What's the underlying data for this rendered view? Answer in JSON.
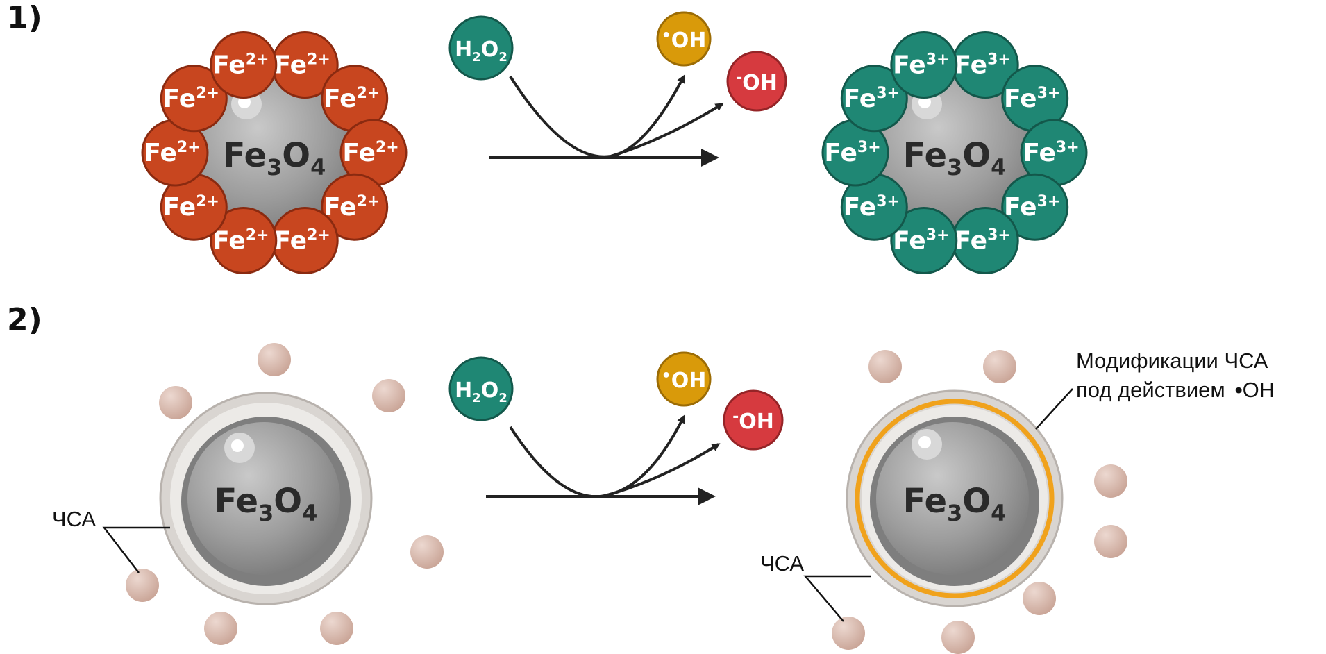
{
  "panels": {
    "one": {
      "label": "1)"
    },
    "two": {
      "label": "2)"
    }
  },
  "core": {
    "base": "Fe",
    "sub1": "3",
    "mid": "O",
    "sub2": "4"
  },
  "ions": {
    "fe2": {
      "base": "Fe",
      "charge": "2+",
      "color": "#c8461f",
      "stroke": "#8a2a10"
    },
    "fe3": {
      "base": "Fe",
      "charge": "3+",
      "color": "#1f8774",
      "stroke": "#13584b"
    }
  },
  "molecules": {
    "h2o2": {
      "h": "H",
      "two_a": "2",
      "o": "O",
      "two_b": "2",
      "color": "#1f8774"
    },
    "hydroxyl_radical": {
      "dot": "•",
      "text": "OH",
      "color": "#d99a0a"
    },
    "hydroxide": {
      "minus": "-",
      "text": "OH",
      "color": "#d63a3f"
    }
  },
  "annotations": {
    "hsa_left": "ЧСА",
    "hsa_right": "ЧСА",
    "modification_line1": "Модификации ЧСА",
    "modification_line2_a": "под действием",
    "modification_line2_dot": "•",
    "modification_line2_b": "ОН"
  },
  "colors": {
    "albumin_bead": "#d8b9ad",
    "shell_gray": "#d9d5d1",
    "core_gray": "#8c8c8c",
    "modified_ring": "#f0a21c",
    "arrow": "#222222"
  }
}
